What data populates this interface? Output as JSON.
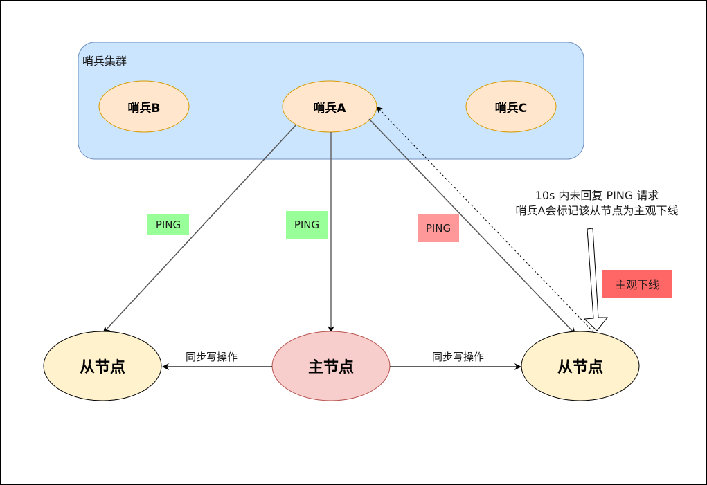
{
  "cluster": {
    "title": "哨兵集群",
    "fill": "#cce5ff",
    "stroke": "#6c8ebf"
  },
  "sentinels": [
    {
      "id": "sentinel-b",
      "label": "哨兵B"
    },
    {
      "id": "sentinel-a",
      "label": "哨兵A"
    },
    {
      "id": "sentinel-c",
      "label": "哨兵C"
    }
  ],
  "sentinel_style": {
    "fill": "#ffe6cc",
    "stroke": "#d79b00"
  },
  "nodes": {
    "replica_left": {
      "label": "从节点",
      "fill": "#fff2cc",
      "stroke": "#000000"
    },
    "master": {
      "label": "主节点",
      "fill": "#f8cecc",
      "stroke": "#b85450"
    },
    "replica_right": {
      "label": "从节点",
      "fill": "#fff2cc",
      "stroke": "#000000"
    }
  },
  "ping_tags": [
    {
      "label": "PING",
      "color": "#99ff99",
      "status": "ok"
    },
    {
      "label": "PING",
      "color": "#99ff99",
      "status": "ok"
    },
    {
      "label": "PING",
      "color": "#ff9999",
      "status": "timeout"
    }
  ],
  "sync_edges": [
    {
      "label": "同步写操作",
      "from": "主节点",
      "to": "从节点 (left)"
    },
    {
      "label": "同步写操作",
      "from": "主节点",
      "to": "从节点 (right)"
    }
  ],
  "note": {
    "line1": "10s 内未回复 PING 请求",
    "line2": "哨兵A会标记该从节点为主观下线"
  },
  "status_badge": {
    "label": "主观下线",
    "color": "#ff6666"
  }
}
